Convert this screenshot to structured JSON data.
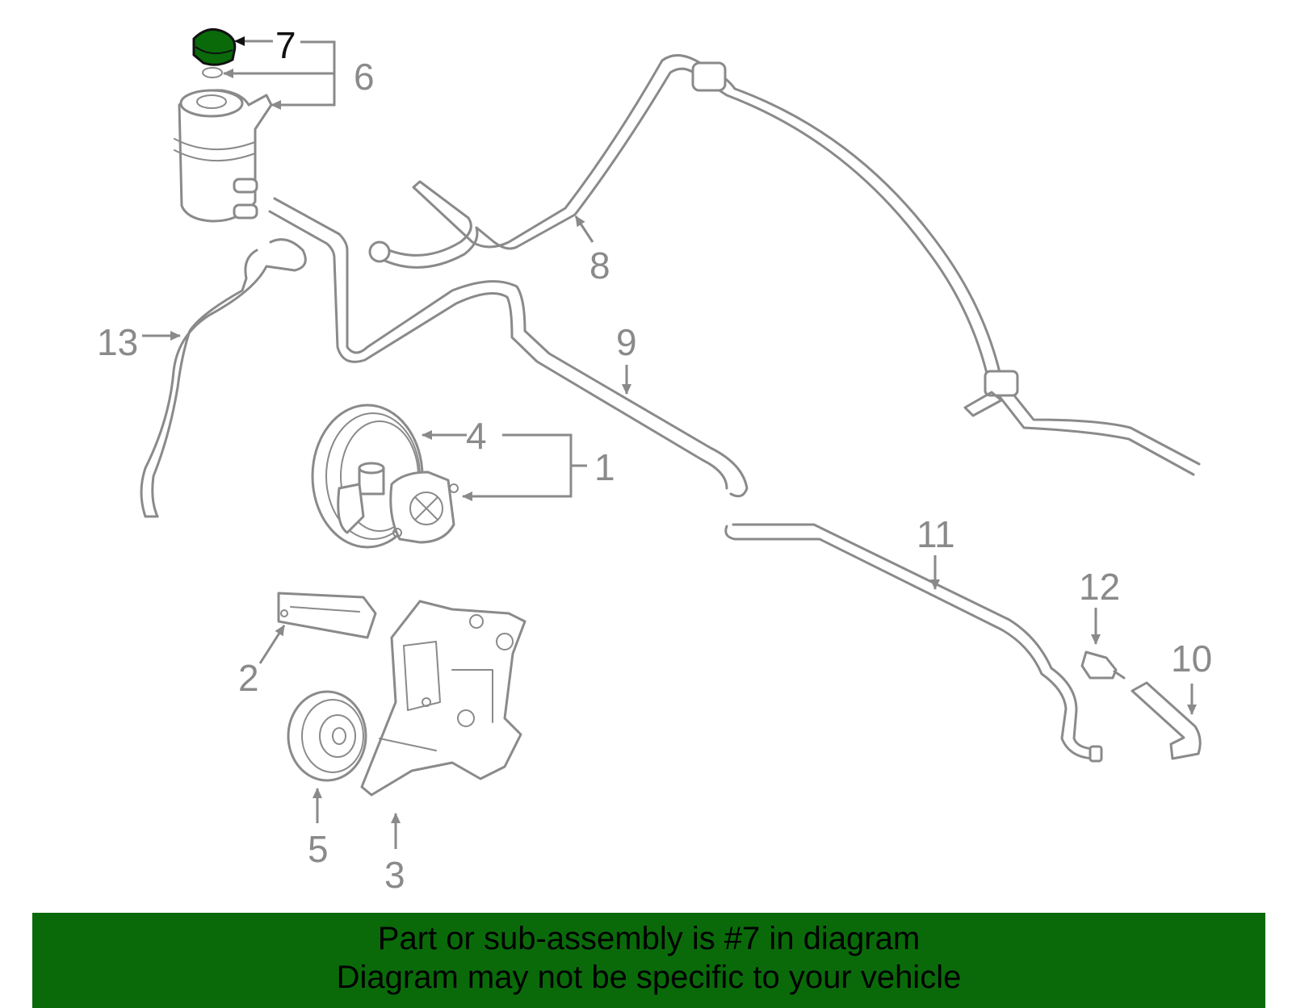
{
  "diagram": {
    "labels": [
      "1",
      "2",
      "3",
      "4",
      "5",
      "6",
      "7",
      "8",
      "9",
      "10",
      "11",
      "12",
      "13"
    ],
    "highlighted_label": "7",
    "highlight_color": "#0a6a0a",
    "part_color": "#8a8a8a"
  },
  "banner": {
    "line1": "Part or sub-assembly is #7 in diagram",
    "line2": "Diagram may not be specific to your vehicle",
    "background": "#0a6a0a"
  }
}
